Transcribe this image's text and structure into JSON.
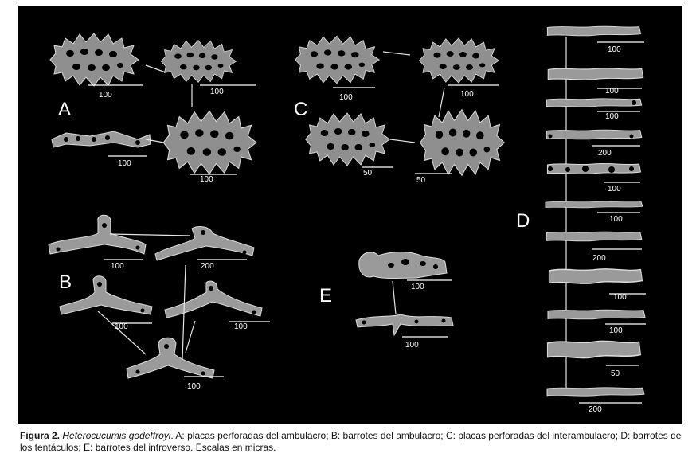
{
  "figure": {
    "panels": [
      "A",
      "B",
      "C",
      "D",
      "E"
    ],
    "scales": {
      "A": [
        "100",
        "100",
        "100",
        "100"
      ],
      "B": [
        "100",
        "200",
        "100",
        "100",
        "100"
      ],
      "C": [
        "100",
        "100",
        "50",
        "50"
      ],
      "D": [
        "100",
        "100",
        "100",
        "200",
        "100",
        "100",
        "200",
        "100",
        "100",
        "50",
        "200"
      ],
      "E": [
        "100",
        "100"
      ]
    }
  },
  "caption": {
    "label": "Figura 2.",
    "species": "Heterocucumis godeffroyi",
    "text": ". A: placas perforadas del ambulacro; B: barrotes del ambulacro; C: placas perforadas del interambulacro; D: barrotes de los tentáculos; E: barrotes del introverso.  Escalas en micras."
  }
}
